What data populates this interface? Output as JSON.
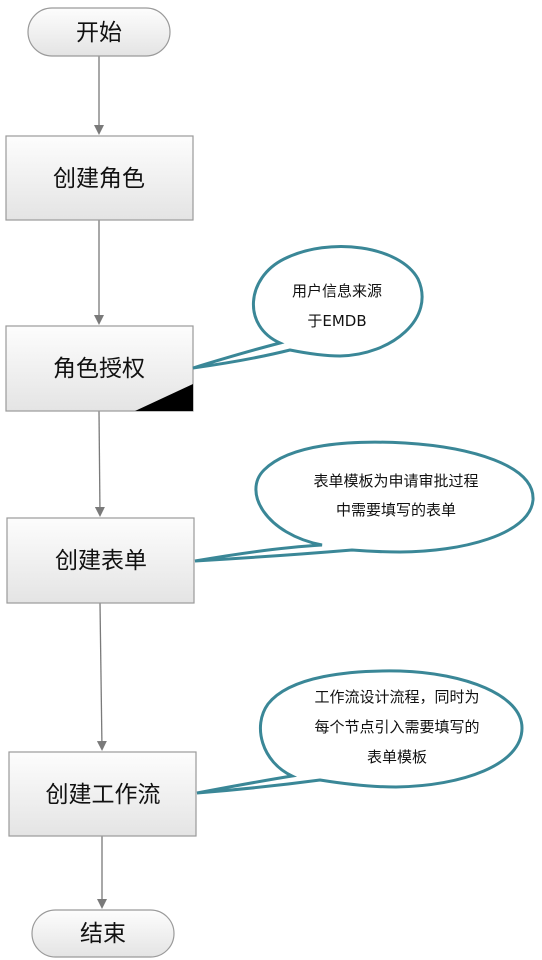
{
  "nodes": {
    "start": "开始",
    "create_role": "创建角色",
    "role_auth": "角色授权",
    "create_form": "创建表单",
    "create_workflow": "创建工作流",
    "end": "结束"
  },
  "callouts": {
    "user_info": [
      "用户信息来源",
      "于EMDB"
    ],
    "form_template": [
      "表单模板为申请审批过程",
      "中需要填写的表单"
    ],
    "workflow_design": [
      "工作流设计流程，同时为",
      "每个节点引入需要填写的",
      "表单模板"
    ]
  },
  "colors": {
    "node_fill_top": "#fdfdfd",
    "node_fill_bottom": "#e6e6e6",
    "node_stroke": "#9a9a9a",
    "arrow": "#7a7a7a",
    "callout_stroke": "#3a8797",
    "corner_fill": "#000000"
  }
}
